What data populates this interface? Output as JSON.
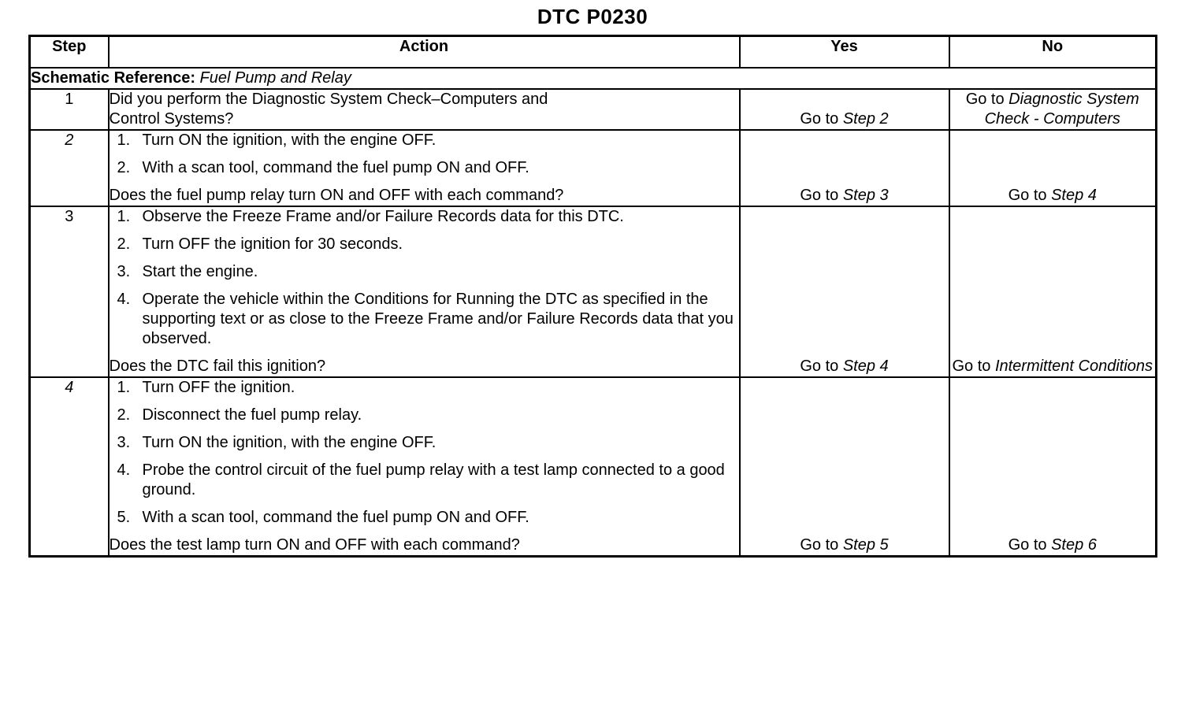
{
  "title": "DTC P0230",
  "table": {
    "columns": [
      "Step",
      "Action",
      "Yes",
      "No"
    ],
    "schematic": {
      "label": "Schematic Reference:",
      "value": "Fuel Pump and Relay"
    },
    "rows": [
      {
        "step": "1",
        "step_italic": false,
        "question_line1": "Did you perform the Diagnostic System Check–Computers  and",
        "question_line2": "Control  Systems?",
        "items": [],
        "yes": {
          "prefix": "Go to ",
          "ref": "Step 2",
          "align": "bottom"
        },
        "no": {
          "prefix": "Go to ",
          "ref": "Diagnostic System Check - Computers",
          "align": "top"
        }
      },
      {
        "step": "2",
        "step_italic": true,
        "items": [
          {
            "num": "1.",
            "text": "Turn ON the ignition, with the engine OFF."
          },
          {
            "num": "2.",
            "text": "With a scan tool, command the fuel pump ON and OFF."
          }
        ],
        "question": "Does the fuel pump relay turn ON and OFF with each command?",
        "yes": {
          "prefix": "Go to ",
          "ref": "Step 3",
          "align": "bottom"
        },
        "no": {
          "prefix": "Go to ",
          "ref": "Step 4",
          "align": "bottom"
        }
      },
      {
        "step": "3",
        "step_italic": false,
        "items": [
          {
            "num": "1.",
            "text": "Observe the Freeze Frame and/or Failure Records data for this DTC."
          },
          {
            "num": "2.",
            "text": "Turn OFF the ignition for 30 seconds."
          },
          {
            "num": "3.",
            "text": "Start the engine."
          },
          {
            "num": "4.",
            "text": "Operate the vehicle within the Conditions for Running the DTC as specified in the supporting text or as close to the Freeze Frame and/or Failure Records data that you observed."
          }
        ],
        "question": "Does the DTC fail this ignition?",
        "yes": {
          "prefix": "Go to ",
          "ref": "Step 4",
          "align": "bottom"
        },
        "no": {
          "prefix": "Go to ",
          "ref": "Intermittent Conditions",
          "align": "bottom"
        }
      },
      {
        "step": "4",
        "step_italic": true,
        "items": [
          {
            "num": "1.",
            "text": "Turn OFF the ignition."
          },
          {
            "num": "2.",
            "text": "Disconnect the fuel pump relay."
          },
          {
            "num": "3.",
            "text": "Turn ON the ignition, with the engine OFF."
          },
          {
            "num": "4.",
            "text": "Probe the control circuit of the fuel pump relay with a test lamp connected to a good ground."
          },
          {
            "num": "5.",
            "text": "With a scan tool, command the fuel pump ON and OFF."
          }
        ],
        "question": "Does the test lamp turn ON and OFF with each command?",
        "yes": {
          "prefix": "Go to ",
          "ref": "Step 5",
          "align": "bottom"
        },
        "no": {
          "prefix": "Go to ",
          "ref": "Step 6",
          "align": "bottom"
        }
      }
    ]
  }
}
